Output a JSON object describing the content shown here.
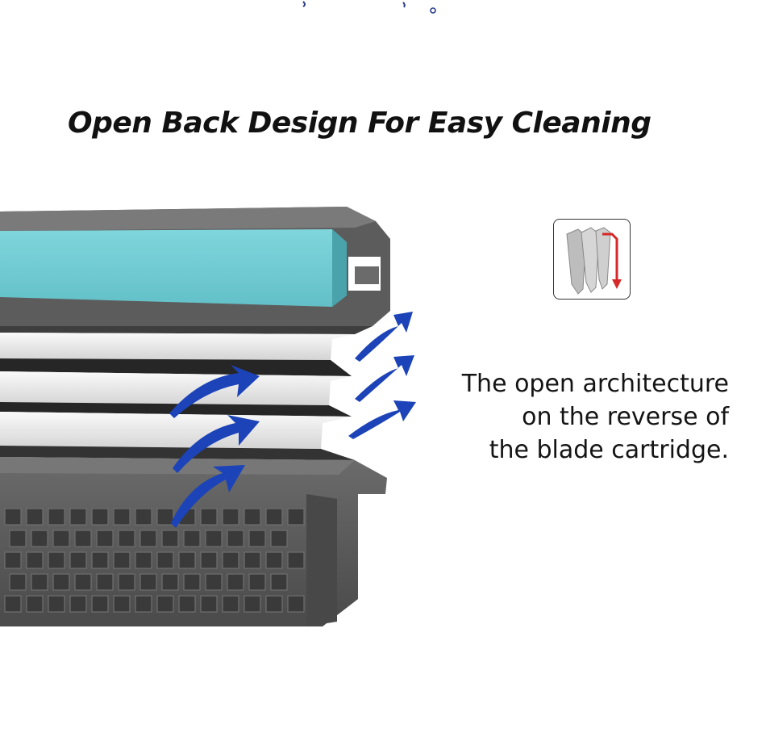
{
  "headline": "Open Back Design For Easy Cleaning",
  "caption": {
    "line1": "The open architecture",
    "line2": "on the reverse of",
    "line3": "the blade cartridge."
  },
  "colors": {
    "lubricating_strip": "#72ccd3",
    "cartridge_body": "#5a5a5a",
    "flow_arrows": "#1c43b8",
    "downward_arrow": "#d62828"
  },
  "icons": {
    "badge": "blade-drop-icon",
    "arrows": "airflow-arrow-icon"
  }
}
